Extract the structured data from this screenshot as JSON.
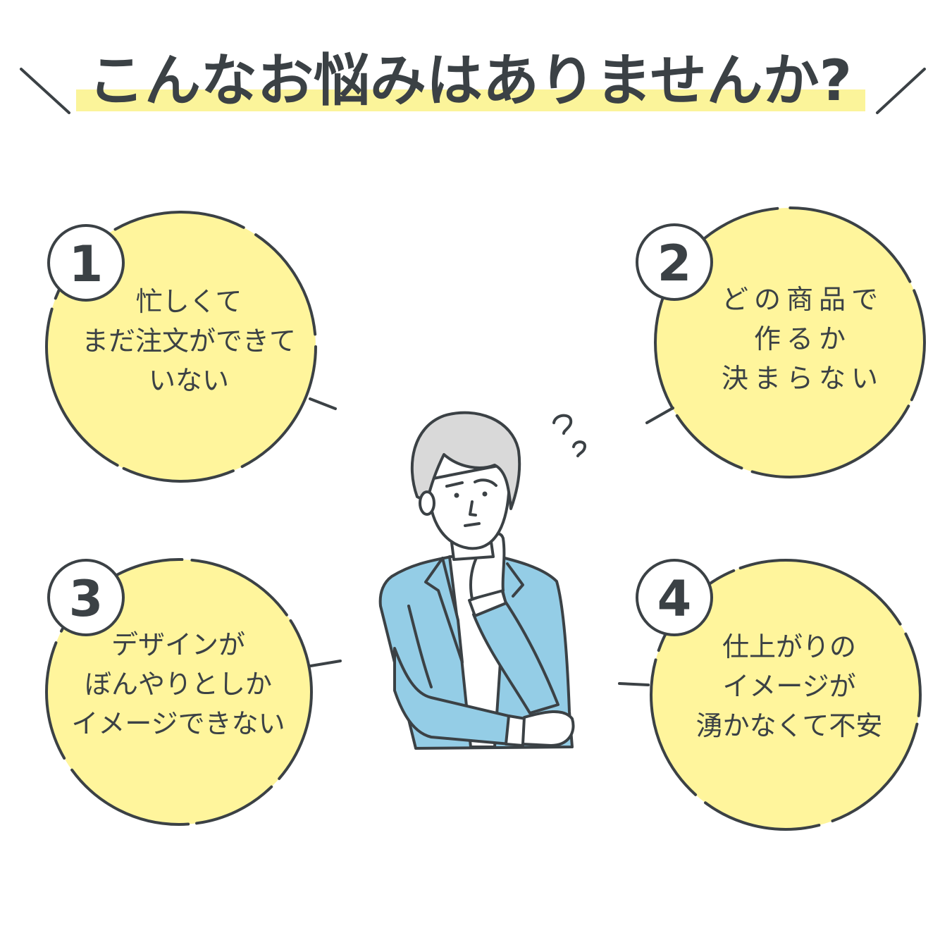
{
  "title": "こんなお悩みはありませんか?",
  "colors": {
    "text": "#3b4145",
    "circle_fill": "#fff59c",
    "title_highlight": "#fbf49a",
    "jacket": "#94cde6",
    "hair": "#d9d9d9"
  },
  "concerns": [
    {
      "number": "1",
      "lines": [
        "忙しくて",
        "まだ注文ができて",
        "いない"
      ]
    },
    {
      "number": "2",
      "lines": [
        "どの商品で",
        "作るか",
        "決まらない"
      ]
    },
    {
      "number": "3",
      "lines": [
        "デザインが",
        "ぼんやりとしか",
        "イメージできない"
      ]
    },
    {
      "number": "4",
      "lines": [
        "仕上がりの",
        "イメージが",
        "湧かなくて不安"
      ]
    }
  ]
}
